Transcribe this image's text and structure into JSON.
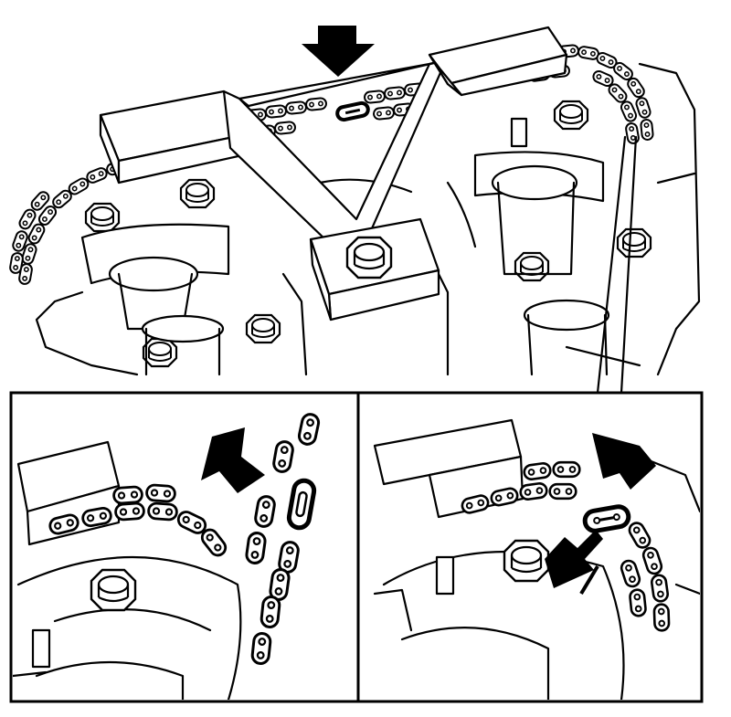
{
  "figure": {
    "views": [
      {
        "id": "overview",
        "pointer": "black-arrow"
      },
      {
        "id": "detail-left",
        "pointer": "black-arrow"
      },
      {
        "id": "detail-right",
        "pointer": "black-arrow"
      }
    ],
    "colors": {
      "ink": "#000000",
      "paper": "#ffffff"
    },
    "icons": [
      "arrow-icon",
      "bolt-icon",
      "chain-link-icon",
      "camshaft-icon",
      "sprocket-icon"
    ]
  }
}
